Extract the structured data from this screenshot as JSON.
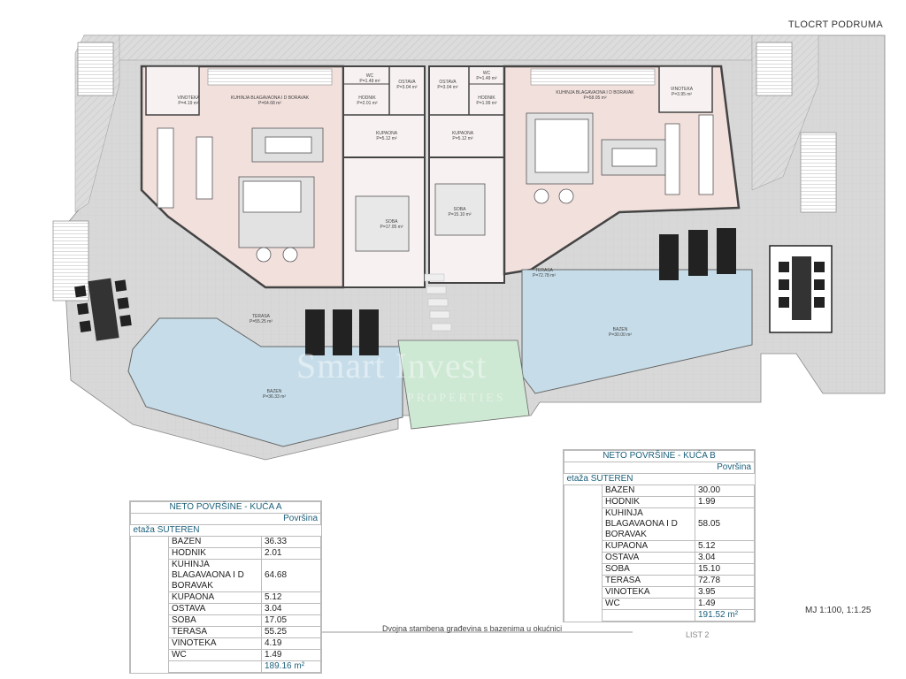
{
  "header": {
    "title": "TLOCRT PODRUMA"
  },
  "scale": "MJ 1:100, 1:1.25",
  "footer": {
    "description": "Dvojna stambena građevina s bazenima u okućnici",
    "sheet": "LIST 2"
  },
  "watermark": {
    "line1": "Smart Invest",
    "line2": "PROPERTIES"
  },
  "plan_labels": {
    "vinoteka_a": "VINOTEKA\nP=4.19 m²",
    "kuhinja_a": "KUHINJA BLAGAVAONA I D BORAVAK\nP=64.68 m²",
    "wc_a": "WC\nP=1.49 m²",
    "hodnik_a": "HODNIK\nP=2.01 m²",
    "ostava_a": "OSTAVA\nP=3.04 m²",
    "kupaona_a": "KUPAONA\nP=5.12 m²",
    "soba_a": "SOBA\nP=17.05 m²",
    "terasa_a": "TERASA\nP=55.25 m²",
    "bazen_a": "BAZEN\nP=36.33 m²",
    "ostava_b": "OSTAVA\nP=3.04 m²",
    "wc_b": "WC\nP=1.49 m²",
    "hodnik_b": "HODNIK\nP=1.99 m²",
    "kupaona_b": "KUPAONA\nP=5.12 m²",
    "kuhinja_b": "KUHINJA BLAGAVAONA I D BORAVAK\nP=58.05 m²",
    "vinoteka_b": "VINOTEKA\nP=3.95 m²",
    "soba_b": "SOBA\nP=15.10 m²",
    "terasa_b": "TERASA\nP=72.78 m²",
    "bazen_b": "BAZEN\nP=30.00 m²"
  },
  "table_a": {
    "title": "NETO POVRŠINE - KUĆA A",
    "column": "Površina",
    "floor_label": "etaža SUTEREN",
    "rows": [
      {
        "name": "BAZEN",
        "value": "36.33"
      },
      {
        "name": "HODNIK",
        "value": "2.01"
      },
      {
        "name": "KUHINJA BLAGAVAONA I D BORAVAK",
        "value": "64.68"
      },
      {
        "name": "KUPAONA",
        "value": "5.12"
      },
      {
        "name": "OSTAVA",
        "value": "3.04"
      },
      {
        "name": "SOBA",
        "value": "17.05"
      },
      {
        "name": "TERASA",
        "value": "55.25"
      },
      {
        "name": "VINOTEKA",
        "value": "4.19"
      },
      {
        "name": "WC",
        "value": "1.49"
      }
    ],
    "total": "189.16 m²"
  },
  "table_b": {
    "title": "NETO POVRŠINE - KUĆA B",
    "column": "Površina",
    "floor_label": "etaža SUTEREN",
    "rows": [
      {
        "name": "BAZEN",
        "value": "30.00"
      },
      {
        "name": "HODNIK",
        "value": "1.99"
      },
      {
        "name": "KUHINJA BLAGAVAONA I D BORAVAK",
        "value": "58.05"
      },
      {
        "name": "KUPAONA",
        "value": "5.12"
      },
      {
        "name": "OSTAVA",
        "value": "3.04"
      },
      {
        "name": "SOBA",
        "value": "15.10"
      },
      {
        "name": "TERASA",
        "value": "72.78"
      },
      {
        "name": "VINOTEKA",
        "value": "3.95"
      },
      {
        "name": "WC",
        "value": "1.49"
      }
    ],
    "total": "191.52 m²"
  },
  "colors": {
    "interior": "#f2e0dc",
    "terrace": "#d9d9d9",
    "pool": "#c6dde9",
    "garden": "#cde8d3",
    "wall": "#444444",
    "table_accent": "#1b5f7a"
  }
}
